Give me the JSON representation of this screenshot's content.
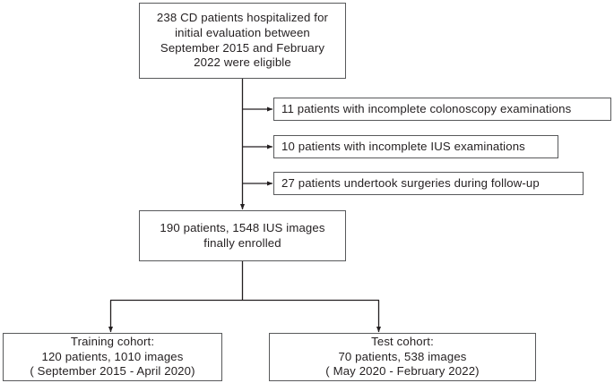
{
  "diagram": {
    "title": "CD patient enrollment flow diagram",
    "type": "flowchart",
    "colors": {
      "box_border": "#58595b",
      "connector": "#231f20",
      "text": "#231f20",
      "background": "#ffffff"
    },
    "nodes": {
      "eligible": {
        "text": "238 CD patients hospitalized for\ninitial evaluation between\nSeptember 2015 and February\n2022 were eligible",
        "count": 238
      },
      "exclusion_1": {
        "text": "11 patients with incomplete colonoscopy examinations",
        "count": 11
      },
      "exclusion_2": {
        "text": "10 patients with incomplete IUS examinations",
        "count": 10
      },
      "exclusion_3": {
        "text": "27 patients undertook surgeries during follow-up",
        "count": 27
      },
      "enrolled": {
        "text": "190 patients, 1548 IUS images\nfinally enrolled",
        "patients": 190,
        "images": 1548
      },
      "training": {
        "text": "Training cohort:\n120 patients, 1010 images\n( September 2015 - April 2020)",
        "patients": 120,
        "images": 1010,
        "period": "September 2015 - April 2020"
      },
      "test": {
        "text": "Test cohort:\n70 patients, 538 images\n( May 2020 - February 2022)",
        "patients": 70,
        "images": 538,
        "period": "May 2020 - February 2022"
      }
    }
  }
}
